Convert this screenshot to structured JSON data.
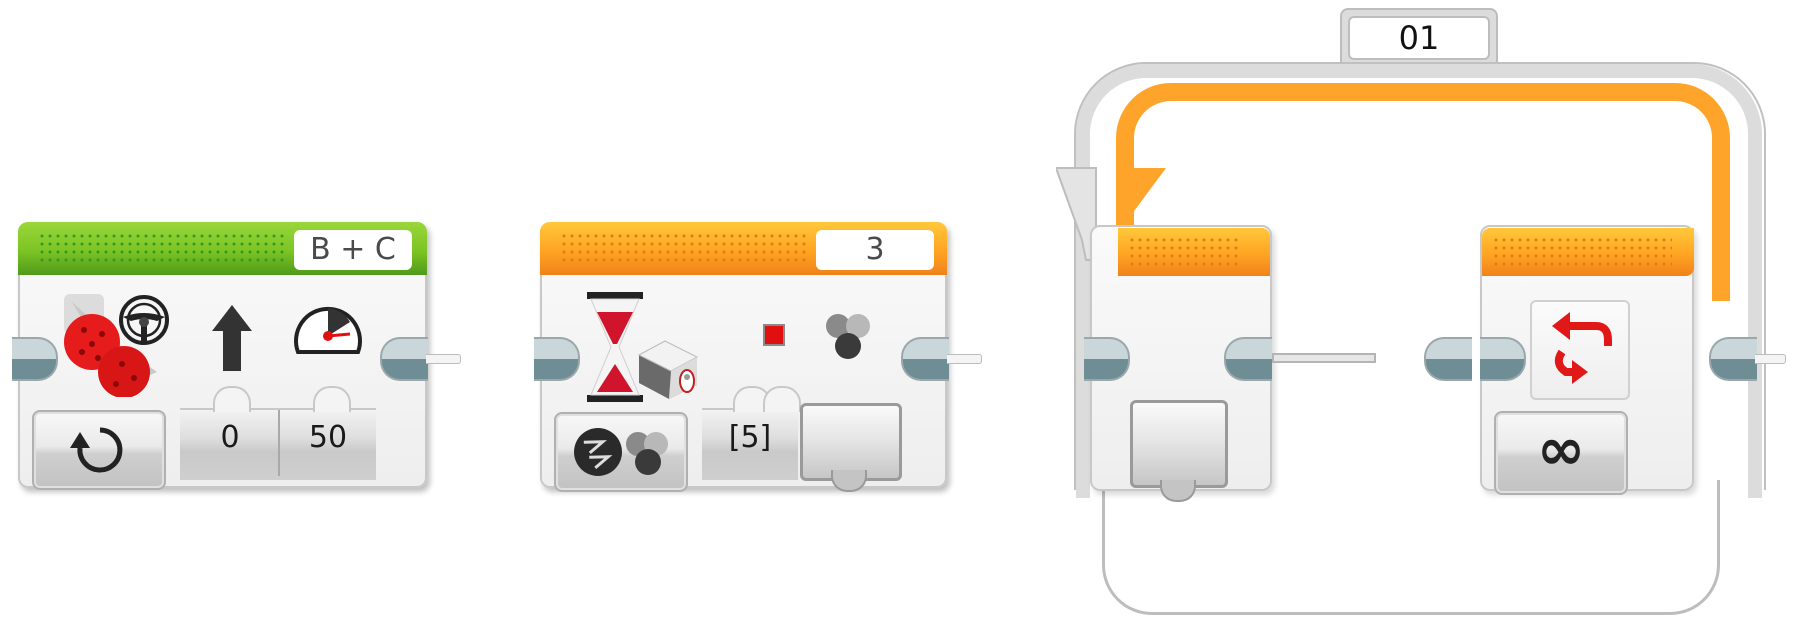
{
  "canvas": {
    "background": "#ffffff"
  },
  "move_steering_block": {
    "type": "Move Steering",
    "header_color": "#7cc424",
    "ports": "B + C",
    "mode_icon": "rotate-on-icon",
    "steering": "0",
    "power": "50",
    "icons": [
      "motors-icon",
      "steering-wheel-icon",
      "up-arrow-icon",
      "speedometer-icon"
    ]
  },
  "wait_block": {
    "type": "Wait",
    "header_color": "#ffa423",
    "port": "3",
    "mode_icon": "compare-color-icon",
    "colors": "[5]",
    "indicator_color": "#e01010",
    "icons": [
      "hourglass-icon",
      "color-sensor-icon",
      "red-square-icon",
      "color-dots-icon"
    ]
  },
  "loop_block": {
    "type": "Loop",
    "name": "01",
    "header_color": "#ffa423",
    "mode_icon": "loop-icon",
    "mode_value": "∞",
    "icons": [
      "loop-arrows-icon",
      "infinity-icon"
    ]
  }
}
